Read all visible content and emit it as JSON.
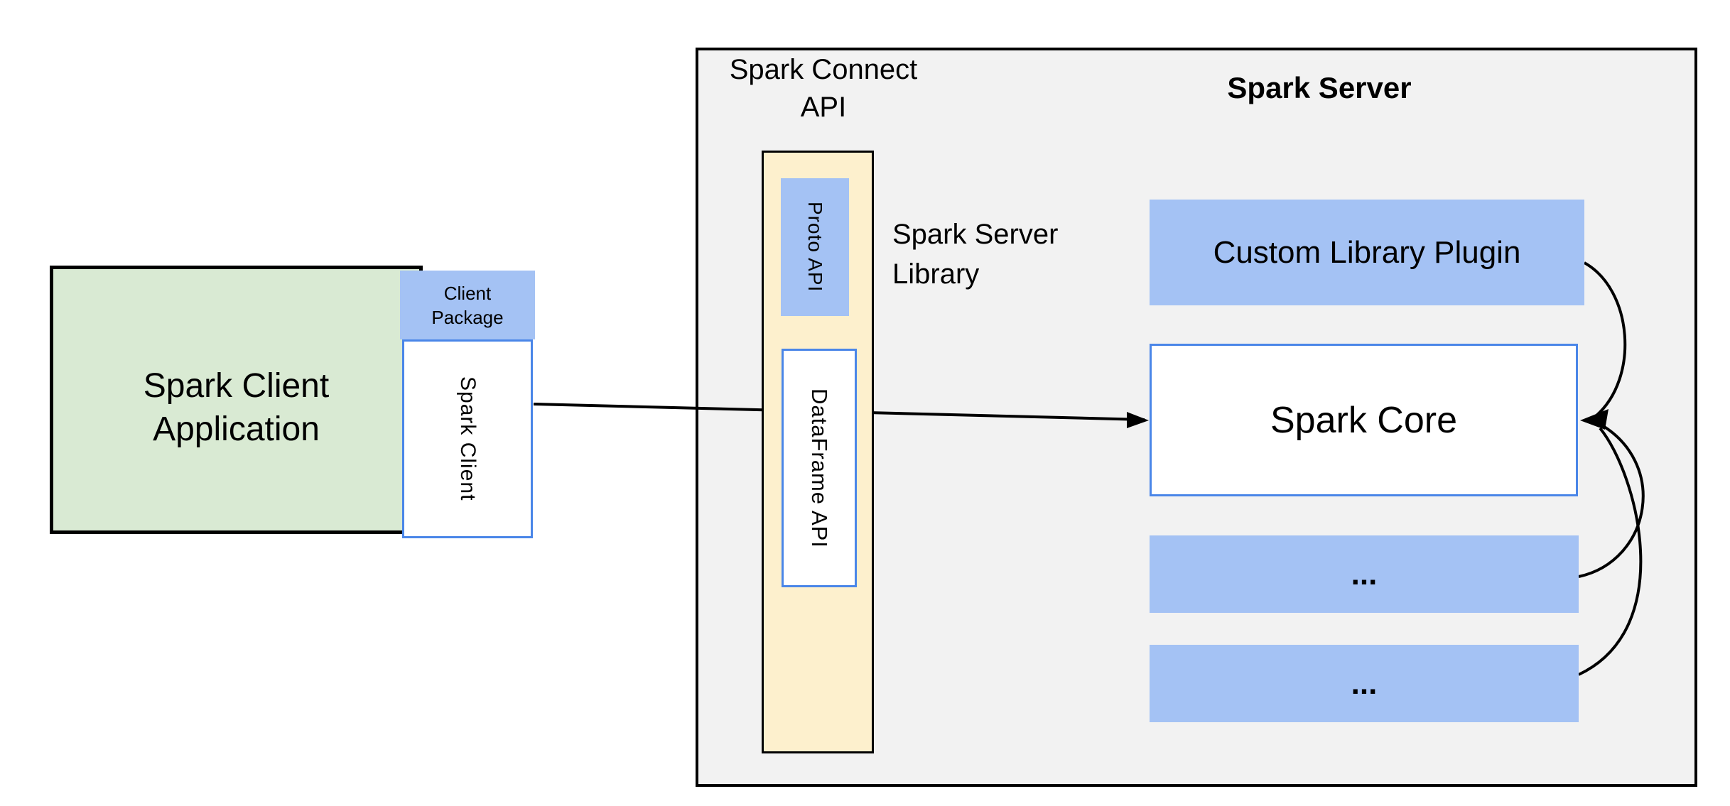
{
  "colors": {
    "fill_green": "#d9ead3",
    "fill_blue": "#a4c2f4",
    "fill_yellow": "#fdf0cd",
    "fill_gray": "#f2f2f2",
    "stroke_blue": "#4a86e8",
    "stroke_black": "#000000"
  },
  "client_app": {
    "title": "Spark Client\nApplication",
    "package_label": "Client\nPackage",
    "client_label": "Spark Client"
  },
  "spark_connect": {
    "title": "Spark Connect\nAPI",
    "proto_label": "Proto  API",
    "dataframe_label": "DataFrame API",
    "library_caption": "Spark Server\nLibrary"
  },
  "spark_server": {
    "title": "Spark Server",
    "plugin_label": "Custom Library Plugin",
    "core_label": "Spark Core",
    "more_top_label": "...",
    "more_bottom_label": "..."
  }
}
